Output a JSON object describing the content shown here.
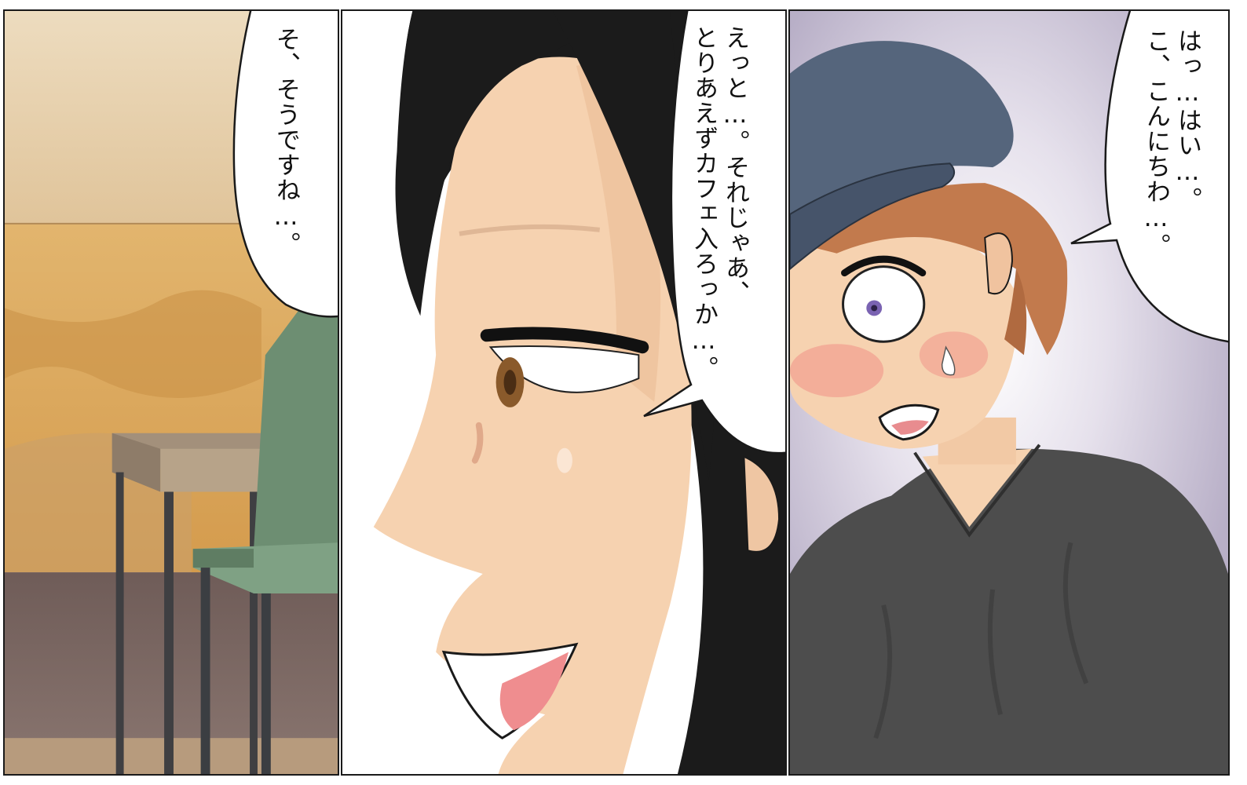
{
  "panels": [
    {
      "id": "left",
      "lines": [
        "そ、そうですね…。"
      ]
    },
    {
      "id": "middle",
      "lines": [
        "えっと…。それじゃあ、",
        "とりあえずカフェ入ろっか…。"
      ]
    },
    {
      "id": "right",
      "lines": [
        "はっ…はい…。",
        "こ、こんにちわ…。"
      ]
    }
  ],
  "colors": {
    "border": "#1a1a1a",
    "bubble_fill": "#ffffff",
    "wall_top": "#e6cfa6",
    "wall_mid": "#d9a95f",
    "floor": "#7a6660",
    "chair": "#6f8f73",
    "hair": "#1b1b1b",
    "skin": "#f7d3b1",
    "cap": "#56657a",
    "shirt": "#4a4a4a",
    "boy_hair": "#c0764b",
    "purple_bg": "#bdb4c9"
  },
  "icons": [
    "speech-bubble-icon"
  ]
}
